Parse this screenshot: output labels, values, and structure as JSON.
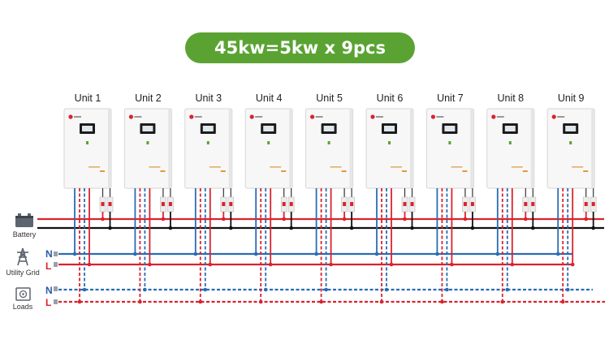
{
  "title": "45kw=5kw x 9pcs Parallel",
  "units": [
    "Unit 1",
    "Unit 2",
    "Unit 3",
    "Unit 4",
    "Unit 5",
    "Unit 6",
    "Unit 7",
    "Unit 8",
    "Unit 9"
  ],
  "sources": {
    "battery": "Battery",
    "utility_grid": "Utility Grid",
    "loads": "Loads"
  },
  "line_labels": {
    "grid_n": "N",
    "grid_l": "L",
    "load_n": "N",
    "load_l": "L"
  },
  "colors": {
    "title_bg": "#5aa332",
    "red_wire": "#d9232e",
    "blue_wire": "#2a6cb5",
    "black_wire": "#111111",
    "n_label": "#2a5aa8",
    "l_label": "#d9232e"
  },
  "icons": [
    "battery-icon",
    "utility-grid-icon",
    "loads-icon",
    "inverter-logo",
    "inverter-display"
  ]
}
